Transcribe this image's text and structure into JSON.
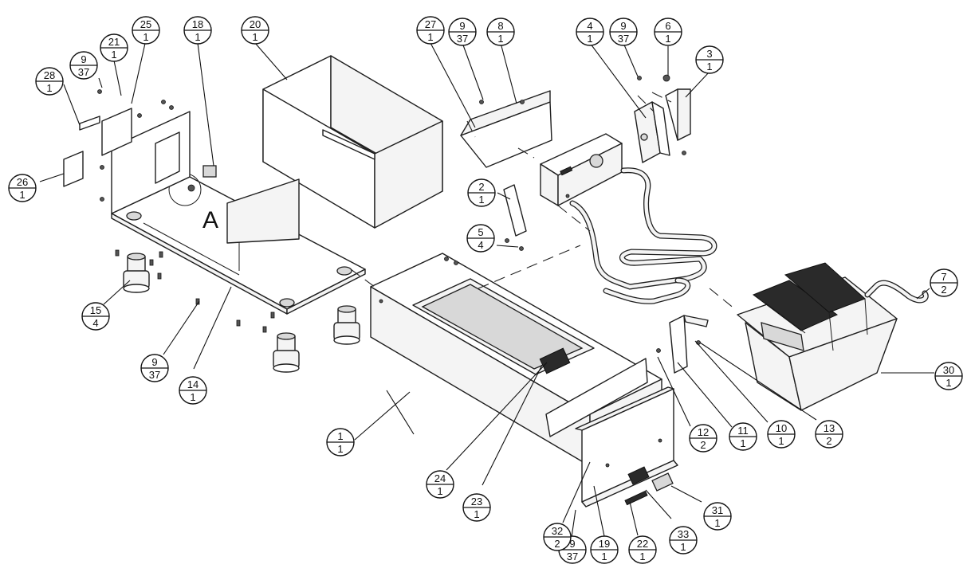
{
  "diagram": {
    "detail_label": "A",
    "callouts": [
      {
        "id": "c1",
        "part": "1",
        "qty": "1"
      },
      {
        "id": "c2",
        "part": "2",
        "qty": "1"
      },
      {
        "id": "c3",
        "part": "3",
        "qty": "1"
      },
      {
        "id": "c4",
        "part": "4",
        "qty": "1"
      },
      {
        "id": "c5",
        "part": "5",
        "qty": "4"
      },
      {
        "id": "c6",
        "part": "6",
        "qty": "1"
      },
      {
        "id": "c7",
        "part": "7",
        "qty": "2"
      },
      {
        "id": "c8",
        "part": "8",
        "qty": "1"
      },
      {
        "id": "c9a",
        "part": "9",
        "qty": "37"
      },
      {
        "id": "c9b",
        "part": "9",
        "qty": "37"
      },
      {
        "id": "c9c",
        "part": "9",
        "qty": "37"
      },
      {
        "id": "c9d",
        "part": "9",
        "qty": "37"
      },
      {
        "id": "c9e",
        "part": "9",
        "qty": "37"
      },
      {
        "id": "c10",
        "part": "10",
        "qty": "1"
      },
      {
        "id": "c11",
        "part": "11",
        "qty": "1"
      },
      {
        "id": "c12",
        "part": "12",
        "qty": "2"
      },
      {
        "id": "c13",
        "part": "13",
        "qty": "2"
      },
      {
        "id": "c14",
        "part": "14",
        "qty": "1"
      },
      {
        "id": "c15",
        "part": "15",
        "qty": "4"
      },
      {
        "id": "c18",
        "part": "18",
        "qty": "1"
      },
      {
        "id": "c19",
        "part": "19",
        "qty": "1"
      },
      {
        "id": "c20",
        "part": "20",
        "qty": "1"
      },
      {
        "id": "c21",
        "part": "21",
        "qty": "1"
      },
      {
        "id": "c22",
        "part": "22",
        "qty": "1"
      },
      {
        "id": "c23",
        "part": "23",
        "qty": "1"
      },
      {
        "id": "c24",
        "part": "24",
        "qty": "1"
      },
      {
        "id": "c25",
        "part": "25",
        "qty": "1"
      },
      {
        "id": "c26",
        "part": "26",
        "qty": "1"
      },
      {
        "id": "c27",
        "part": "27",
        "qty": "1"
      },
      {
        "id": "c28",
        "part": "28",
        "qty": "1"
      },
      {
        "id": "c30",
        "part": "30",
        "qty": "1"
      },
      {
        "id": "c31",
        "part": "31",
        "qty": "1"
      },
      {
        "id": "c32",
        "part": "32",
        "qty": "2"
      },
      {
        "id": "c33",
        "part": "33",
        "qty": "1"
      }
    ]
  }
}
